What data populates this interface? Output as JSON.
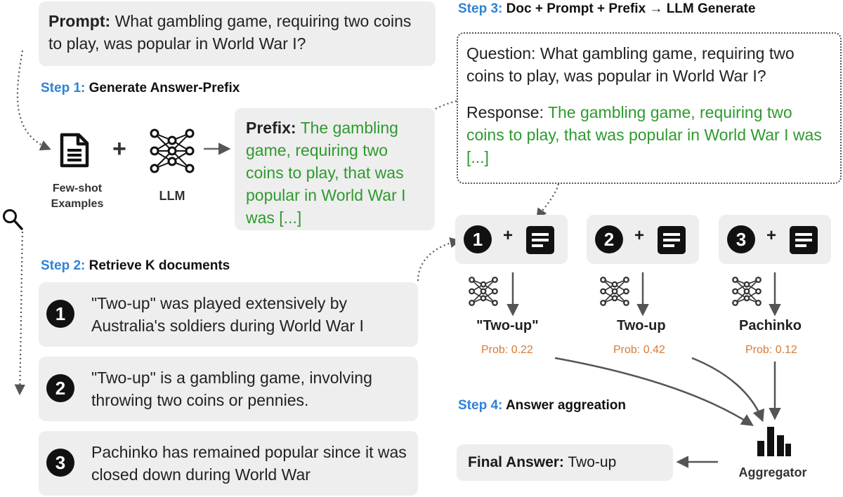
{
  "prompt": {
    "label": "Prompt:",
    "text": "What gambling game, requiring two coins to play, was popular in World War I?"
  },
  "step1": {
    "num": "Step 1:",
    "label": "Generate Answer-Prefix"
  },
  "few_shot_label": "Few-shot Examples",
  "llm_label": "LLM",
  "prefix": {
    "label": "Prefix:",
    "text": "The gambling game, requiring two coins to play, that was popular in World War I was [...]"
  },
  "step2": {
    "num": "Step 2:",
    "label": "Retrieve K documents"
  },
  "documents": [
    {
      "num": "1",
      "text": "\"Two-up\" was played extensively by Australia's soldiers during World War I"
    },
    {
      "num": "2",
      "text": "\"Two-up\" is a gambling game, involving throwing two coins or pennies."
    },
    {
      "num": "3",
      "text": "Pachinko has remained popular since it was closed down during World War"
    }
  ],
  "step3": {
    "num": "Step 3:",
    "label": "Doc + Prompt + Prefix → LLM Generate"
  },
  "question": {
    "label": "Question:",
    "text": "What gambling game, requiring two coins to play, was popular in World War I?"
  },
  "response": {
    "label": "Response:",
    "text": "The gambling game, requiring two coins to play, that was popular in World War I was [...]"
  },
  "combos": [
    {
      "num": "1",
      "plus": "+",
      "answer": "\"Two-up\"",
      "prob": "Prob: 0.22"
    },
    {
      "num": "2",
      "plus": "+",
      "answer": "Two-up",
      "prob": "Prob: 0.42"
    },
    {
      "num": "3",
      "plus": "+",
      "answer": "Pachinko",
      "prob": "Prob: 0.12"
    }
  ],
  "step4": {
    "num": "Step 4:",
    "label": "Answer aggreation"
  },
  "aggregator_label": "Aggregator",
  "final": {
    "label": "Final Answer:",
    "value": "Two-up"
  },
  "plus_sign": "+",
  "colors": {
    "step": "#2f82d8",
    "prefix_text": "#2e9a2e",
    "prob": "#d77a35",
    "box": "#eeeeee"
  },
  "icons": [
    "document-icon",
    "neural-network-icon",
    "search-icon",
    "bar-chart-icon"
  ]
}
